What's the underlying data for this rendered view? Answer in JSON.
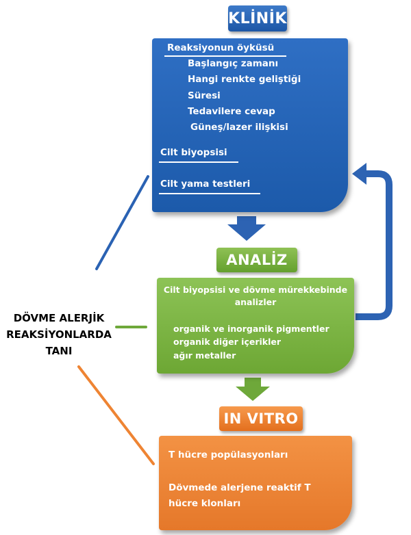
{
  "diagram": {
    "side_title": [
      "DÖVME ALERJİK",
      "REAKSİYONLARDA",
      "TANI"
    ],
    "klinik": {
      "label": "KLİNİK",
      "heading": "Reaksiyonun öyküsü",
      "items": [
        "Başlangıç zamanı",
        "Hangi renkte geliştiği",
        "Süresi",
        "Tedavilere cevap",
        "Güneş/lazer ilişkisi"
      ],
      "biopsy": "Cilt biyopsisi",
      "patch": "Cilt yama testleri"
    },
    "analiz": {
      "label": "ANALİZ",
      "heading_line1": "Cilt biyopsisi ve dövme mürekkebinde",
      "heading_line2": "analizler",
      "items": [
        "organik ve inorganik pigmentler",
        "organik diğer içerikler",
        "ağır metaller"
      ]
    },
    "invitro": {
      "label": "IN VITRO",
      "items": [
        "T hücre popülasyonları",
        "Dövmede alerjene reaktif T",
        "hücre klonları"
      ]
    },
    "colors": {
      "klinik": "#1f5fae",
      "analiz": "#79b140",
      "invitro": "#ee8433",
      "arrow_blue": "#2d63b3"
    }
  }
}
